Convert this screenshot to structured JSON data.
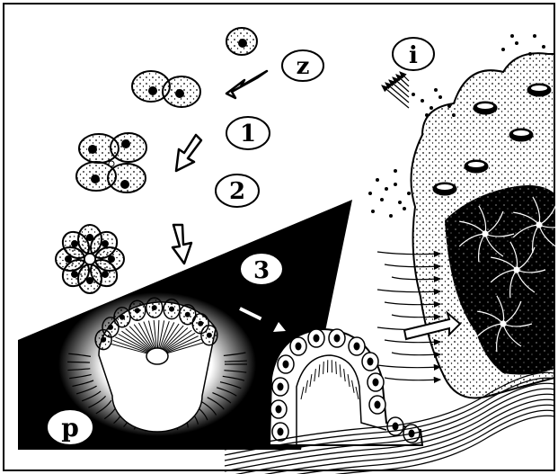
{
  "figure": {
    "labels": {
      "z": "z",
      "stage1": "1",
      "stage2": "2",
      "stage3": "3",
      "i": "i",
      "p": "p"
    }
  }
}
